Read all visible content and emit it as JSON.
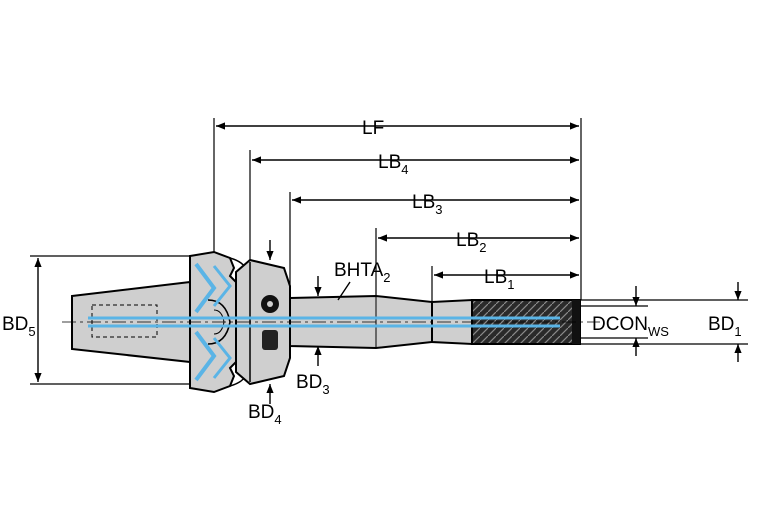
{
  "colors": {
    "body": "#cfcfcf",
    "body_dark": "#b9b9b9",
    "outline": "#000000",
    "coolant": "#5ab4e6",
    "background": "#ffffff"
  },
  "dimensions": {
    "LF": {
      "main": "LF",
      "sub": ""
    },
    "LB4": {
      "main": "LB",
      "sub": "4"
    },
    "LB3": {
      "main": "LB",
      "sub": "3"
    },
    "LB2": {
      "main": "LB",
      "sub": "2"
    },
    "LB1": {
      "main": "LB",
      "sub": "1"
    },
    "BHTA2": {
      "main": "BHTA",
      "sub": "2"
    },
    "BD5": {
      "main": "BD",
      "sub": "5"
    },
    "BD4": {
      "main": "BD",
      "sub": "4"
    },
    "BD3": {
      "main": "BD",
      "sub": "3"
    },
    "DCON": {
      "main": "DCON",
      "sub": "WS"
    },
    "BD1": {
      "main": "BD",
      "sub": "1"
    }
  }
}
